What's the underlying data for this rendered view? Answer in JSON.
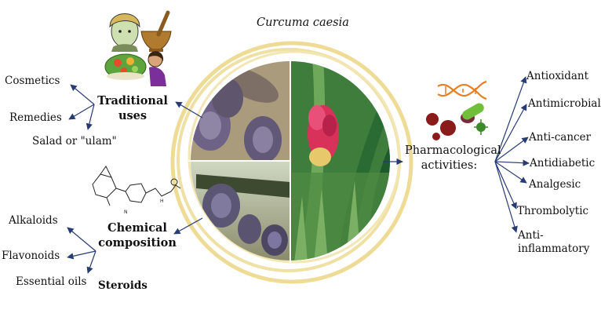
{
  "title": "Curcuma caesia",
  "hubs": {
    "traditional_uses": "Traditional uses",
    "chemical_composition": "Chemical composition",
    "pharmacological_activities": "Pharmacological activities:"
  },
  "traditional_uses": {
    "items": [
      "Cosmetics",
      "Remedies",
      "Salad or \"ulam\""
    ]
  },
  "chemical_composition": {
    "items": [
      "Alkaloids",
      "Flavonoids",
      "Essential oils",
      "Steroids"
    ]
  },
  "pharmacological_activities": {
    "items": [
      "Antioxidant",
      "Antimicrobial",
      "Anti-cancer",
      "Antidiabetic",
      "Analgesic",
      "Thrombolytic",
      "Anti-inflammatory"
    ]
  },
  "colors": {
    "arrow": "#283b73",
    "ring": "#eedc96",
    "rhizome": "#6e6387",
    "leaf": "#2f7a3a",
    "flower": "#d8325a"
  },
  "icons": [
    "woman-icon",
    "mortar-pestle-icon",
    "salad-icon",
    "molecule-icon",
    "dna-icon",
    "bacteria-icon"
  ]
}
